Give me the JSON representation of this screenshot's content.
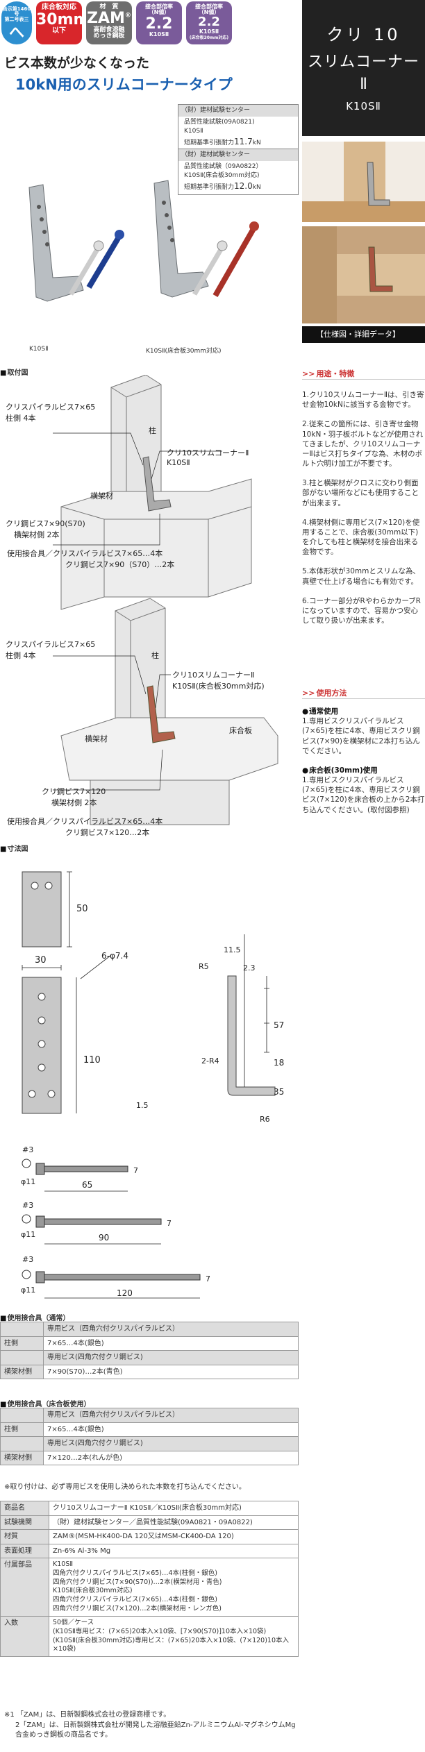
{
  "badges": {
    "notice": {
      "l1": "告示第1460号",
      "l2": "第二号表三",
      "big": "へ"
    },
    "thickness": {
      "l1": "床合板対応",
      "big": "30mm",
      "l3": "以下"
    },
    "material": {
      "l1": "材　質",
      "big": "ZAM",
      "reg": "®",
      "l3": "高耐食溶融",
      "l4": "めっき鋼板"
    },
    "factor1": {
      "l1": "接合部倍率",
      "l2": "（N値）",
      "big": "2.2",
      "l4": "K10SⅡ"
    },
    "factor2": {
      "l1": "接合部倍率",
      "l2": "（N値）",
      "big": "2.2",
      "l4": "K10SⅡ",
      "l5": "(床合板30mm対応)"
    }
  },
  "headline": {
    "line1": "ビス本数が少なくなった",
    "line2": "10kN用のスリムコーナータイプ"
  },
  "tests": [
    {
      "org": "（財）建材試験センター",
      "line1": "品質性能試験(09A0821)",
      "line2": "K10SⅡ",
      "line3_label": "短期基準引張耐力",
      "value": "11.7",
      "unit": "kN"
    },
    {
      "org": "（財）建材試験センター",
      "line1": "品質性能試験（09A0822）",
      "line2": "K10SⅡ(床合板30mm対応)",
      "line3_label": "短期基準引張耐力",
      "value": "12.0",
      "unit": "kN"
    }
  ],
  "product_captions": {
    "left": "K10SⅡ",
    "right": "K10SⅡ(床合板30mm対応)"
  },
  "install": {
    "title": "取付図",
    "d1": {
      "a": "クリスパイラルビス7×65",
      "b": "柱側 4本",
      "post": "柱",
      "name": "クリ10スリムコーナーⅡ",
      "model": "K10SⅡ",
      "beam": "横架材",
      "c": "クリ鋼ビス7×90(S70)",
      "d": "横架材側 2本"
    },
    "use1": {
      "label": "使用接合具",
      "line1": "クリスパイラルビス7×65…4本",
      "line2": "クリ鋼ビス7×90（S70）…2本"
    },
    "d2": {
      "a": "クリスパイラルビス7×65",
      "b": "柱側 4本",
      "post": "柱",
      "name": "クリ10スリムコーナーⅡ",
      "model": "K10SⅡ(床合板30mm対応)",
      "beam": "横架材",
      "floor": "床合板",
      "c": "クリ鋼ビス7×120",
      "d": "横架材側 2本"
    },
    "use2": {
      "label": "使用接合具",
      "line1": "クリスパイラルビス7×65…4本",
      "line2": "クリ鋼ビス7×120…2本"
    }
  },
  "dims": {
    "title": "寸法図",
    "w30": "30",
    "h50": "50",
    "h110": "110",
    "holes": "6-φ7.4",
    "r5": "R5",
    "t115": "11.5",
    "t23": "2.3",
    "s57": "57",
    "s18": "18",
    "s35": "35",
    "r24": "2-R4",
    "t15": "1.5",
    "r6": "R6",
    "s1": {
      "hash": "#3",
      "dia": "φ11",
      "len": "65",
      "h": "7"
    },
    "s2": {
      "hash": "#3",
      "dia": "φ11",
      "len": "90",
      "h": "7"
    },
    "s3": {
      "hash": "#3",
      "dia": "φ11",
      "len": "120",
      "h": "7"
    }
  },
  "fasteners_normal": {
    "title": "使用接合具（通常）",
    "rows": [
      {
        "k": "",
        "v": "専用ビス（四角穴付クリスパイラルビス）",
        "hdr": true
      },
      {
        "k": "柱側",
        "v": "7×65…4本(銀色)"
      },
      {
        "k": "",
        "v": "専用ビス(四角穴付クリ鋼ビス)",
        "hdr": true
      },
      {
        "k": "横架材側",
        "v": "7×90(S70)…2本(青色)"
      }
    ]
  },
  "fasteners_floor": {
    "title": "使用接合具（床合板使用）",
    "rows": [
      {
        "k": "",
        "v": "専用ビス（四角穴付クリスパイラルビス）",
        "hdr": true
      },
      {
        "k": "柱側",
        "v": "7×65…4本(銀色)"
      },
      {
        "k": "",
        "v": "専用ビス(四角穴付クリ鋼ビス)",
        "hdr": true
      },
      {
        "k": "横架材側",
        "v": "7×120…2本(れんが色)"
      }
    ]
  },
  "note_top": "※取り付けは、必ず専用ビスを使用し決められた本数を打ち込んでください。",
  "spec": [
    {
      "k": "商品名",
      "v": "クリ10スリムコーナーⅡ K10SⅡ／K10SⅡ(床合板30mm対応)"
    },
    {
      "k": "試験機関",
      "v": "（財）建材試験センター／品質性能試験(09A0821・09A0822)"
    },
    {
      "k": "材質",
      "v": "ZAM®(MSM-HK400-DA 120又はMSM-CK400-DA 120)"
    },
    {
      "k": "表面処理",
      "v": "Zn-6% Al-3% Mg"
    },
    {
      "k": "付属部品",
      "v": "K10SⅡ\n四角穴付クリスパイラルビス(7×65)…4本(柱側・銀色)\n四角穴付クリ鋼ビス(7×90(S70))…2本(横架材用・青色)\nK10SⅡ(床合板30mm対応)\n四角穴付クリスパイラルビス(7×65)…4本(柱側・銀色)\n四角穴付クリ鋼ビス(7×120)…2本(横架材用・レンガ色)"
    },
    {
      "k": "入数",
      "v": "50個／ケース\n(K10SⅡ専用ビス：(7×65)20本入×10袋、[7×90(S70)]10本入×10袋)\n(K10SⅡ(床合板30mm対応)専用ビス：(7×65)20本入×10袋、(7×120)10本入×10袋)"
    }
  ],
  "footnotes": [
    "※1 「ZAM」は、日新製鋼株式会社の登録商標です。",
    "2「ZAM」は、日新製鋼株式会社が開発した溶融亜鉛Zn-アルミニウムAl-マグネシウムMg合金めっき鋼板の商品名です。"
  ],
  "right": {
    "title": {
      "l1": "クリ 10",
      "l2": "スリムコーナー",
      "l3": "Ⅱ",
      "l4": "K10SⅡ"
    },
    "link": "【仕様図・詳細データ】",
    "features_title": "用途・特徴",
    "features": [
      "1.クリ10スリムコーナーⅡは、引き寄せ金物10kNに該当する金物です。",
      "2.従来この箇所には、引き寄せ金物10kN・羽子板ボルトなどが使用されてきましたが、クリ10スリムコーナーⅡはビス打ちタイプな為、木材のボルト穴明け加工が不要です。",
      "3.柱と横架材がクロスに交わり側面部がない場所などにも使用することが出来ます。",
      "4.横架材側に専用ビス(7×120)を使用することで、床合板(30mm以下)を介しても柱と横架材を接合出来る金物です。",
      "5.本体形状が30mmとスリムな為、真壁で仕上げる場合にも有効です。",
      "6.コーナー部分がRやわらかカーブRになっていますので、容易かつ安心して取り扱いが出来ます。"
    ],
    "method_title": "使用方法",
    "m1_head": "通常使用",
    "m1_text": "1.専用ビスクリスパイラルビス(7×65)を柱に4本、専用ビスクリ鋼ビス(7×90)を横架材に2本打ち込んでください。",
    "m2_head": "床合板(30mm)使用",
    "m2_text": "1.専用ビスクリスパイラルビス(7×65)を柱に4本、専用ビスクリ鋼ビス(7×120)を床合板の上から2本打ち込んでください。(取付図参照)"
  }
}
